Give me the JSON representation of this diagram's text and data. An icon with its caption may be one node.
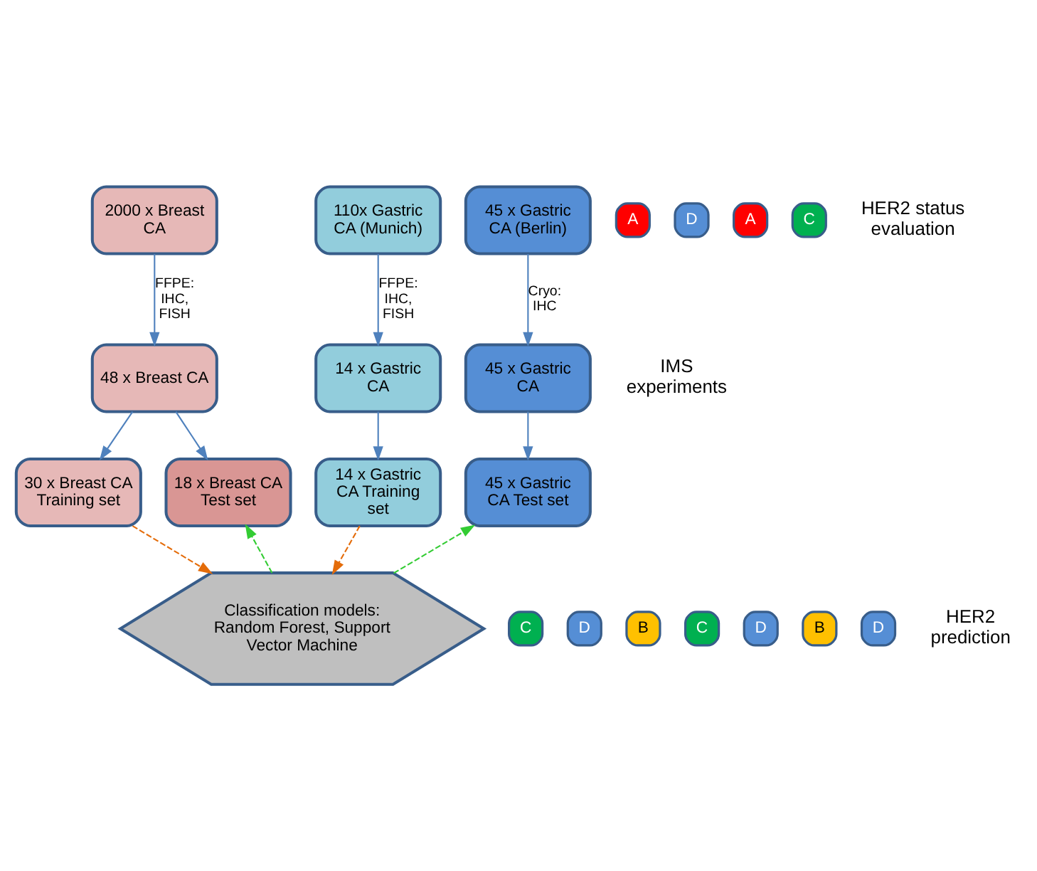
{
  "diagram": {
    "nodes": [
      {
        "text": [
          "2000 x Breast CA"
        ]
      },
      {
        "text": [
          "110x Gastric CA (Munich)"
        ]
      },
      {
        "text": [
          "45 x Gastric CA (Berlin)"
        ]
      },
      {
        "text": [
          "48 x Breast CA"
        ]
      },
      {
        "text": [
          "14 x Gastric CA"
        ]
      },
      {
        "text": [
          "45 x Gastric CA"
        ]
      },
      {
        "text": [
          "30 x Breast CA Training set"
        ]
      },
      {
        "text": [
          "18 x Breast CA Test set"
        ]
      },
      {
        "text": [
          "14 x Gastric CA Training set"
        ]
      },
      {
        "text": [
          "45 x Gastric CA Test set"
        ]
      },
      {
        "text": [
          "A"
        ]
      },
      {
        "text": [
          "C"
        ]
      },
      {
        "text": [
          "D"
        ]
      },
      {
        "text": [
          "D"
        ]
      },
      {
        "text": [
          "B"
        ]
      },
      {
        "text": [
          "C"
        ]
      },
      {
        "text": [
          "D"
        ]
      },
      {
        "text": [
          "A"
        ]
      },
      {
        "text": [
          "C"
        ]
      },
      {
        "text": [
          "B"
        ]
      },
      {
        "text": [
          "D"
        ]
      },
      {
        "text": [
          "Classification models: Random Forest, Support Vector Machine"
        ]
      }
    ],
    "edges": [
      {
        "from": 0,
        "to": 3,
        "arrow": "to",
        "label": "FFPE: IHC, FISH"
      },
      {
        "from": 1,
        "to": 4,
        "arrow": "to",
        "label": "FFPE: IHC, FISH"
      },
      {
        "from": 2,
        "to": 5,
        "arrow": "to",
        "label": "Cryo: IHC"
      },
      {
        "from": 3,
        "to": 6,
        "arrow": "to"
      },
      {
        "from": 3,
        "to": 7,
        "arrow": "to"
      },
      {
        "from": 4,
        "to": 8,
        "arrow": "to"
      },
      {
        "from": 5,
        "to": 9,
        "arrow": "to"
      },
      {
        "from": 6,
        "to": 21,
        "arrow": "to",
        "style": "dashed",
        "color": "#e46c0a"
      },
      {
        "from": 8,
        "to": 21,
        "arrow": "to",
        "style": "dashed",
        "color": "#e46c0a"
      },
      {
        "from": 21,
        "to": 7,
        "arrow": "to",
        "style": "dashed",
        "color": "#33cc33"
      },
      {
        "from": 21,
        "to": 9,
        "arrow": "to",
        "style": "dashed",
        "color": "#33cc33"
      }
    ],
    "labels": [
      "HER2 status evaluation",
      "IMS experiments",
      "HER2 prediction"
    ]
  }
}
